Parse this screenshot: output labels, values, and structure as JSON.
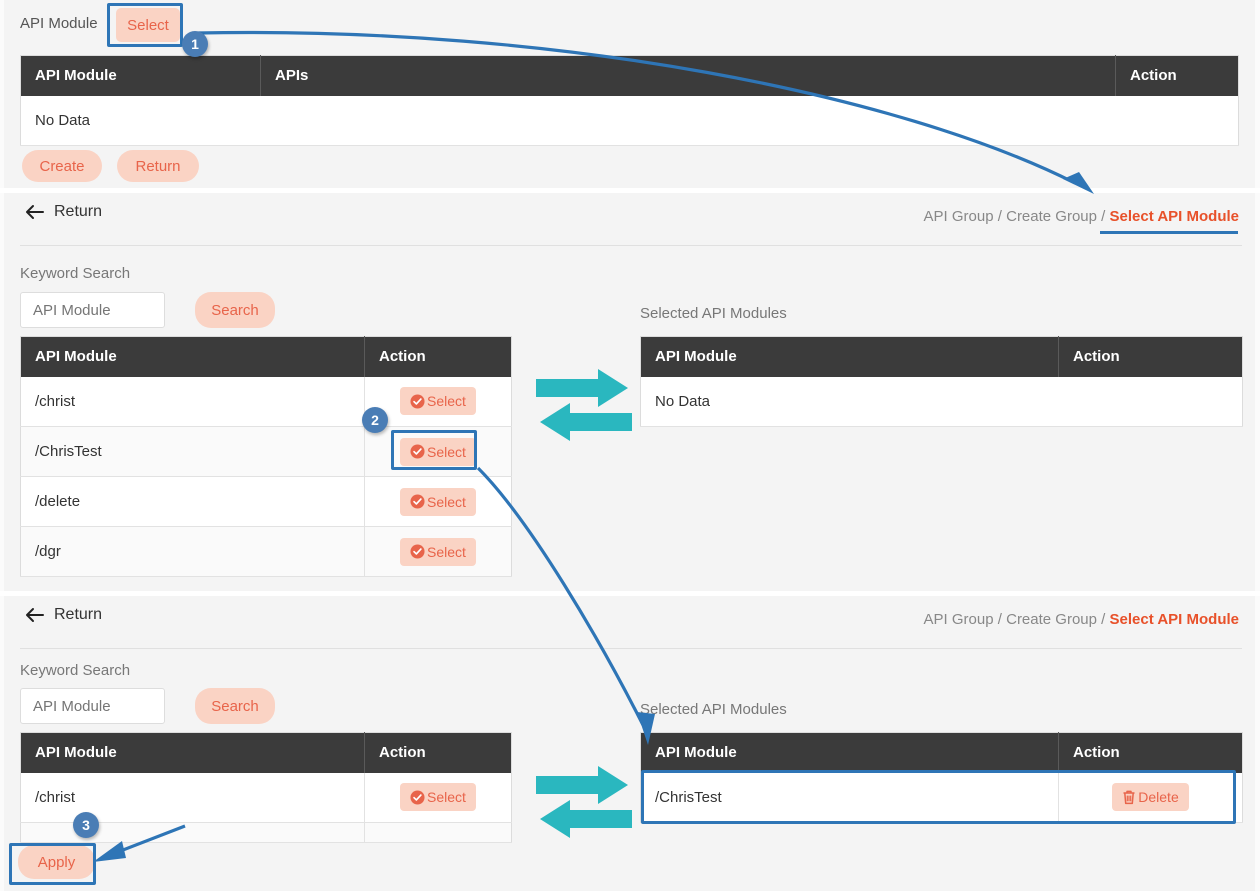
{
  "top_panel": {
    "field_label": "API Module",
    "select_button": "Select",
    "table": {
      "columns": [
        "API Module",
        "APIs",
        "Action"
      ],
      "empty_text": "No Data"
    },
    "actions": [
      "Create",
      "Return"
    ]
  },
  "middle_panel": {
    "return_label": "Return",
    "back_icon": "arrow-left-icon",
    "breadcrumb": {
      "items": [
        "API Group",
        "Create Group"
      ],
      "current": "Select API Module",
      "separator": "/"
    },
    "search": {
      "label": "Keyword Search",
      "placeholder": "API Module",
      "value": "",
      "button": "Search"
    },
    "available_table": {
      "columns": [
        "API Module",
        "Action"
      ],
      "rows": [
        {
          "module": "/christ",
          "action": "Select"
        },
        {
          "module": "/ChrisTest",
          "action": "Select"
        },
        {
          "module": "/delete",
          "action": "Select"
        },
        {
          "module": "/dgr",
          "action": "Select"
        }
      ]
    },
    "selected_label": "Selected API Modules",
    "selected_table": {
      "columns": [
        "API Module",
        "Action"
      ],
      "empty_text": "No Data",
      "rows": []
    },
    "transfer_icons": [
      "arrow-right-icon",
      "arrow-left-icon"
    ]
  },
  "bottom_panel": {
    "return_label": "Return",
    "back_icon": "arrow-left-icon",
    "breadcrumb": {
      "items": [
        "API Group",
        "Create Group"
      ],
      "current": "Select API Module",
      "separator": "/"
    },
    "search": {
      "label": "Keyword Search",
      "placeholder": "API Module",
      "value": "",
      "button": "Search"
    },
    "available_table": {
      "columns": [
        "API Module",
        "Action"
      ],
      "rows": [
        {
          "module": "/christ",
          "action": "Select"
        }
      ]
    },
    "selected_label": "Selected API Modules",
    "selected_table": {
      "columns": [
        "API Module",
        "Action"
      ],
      "rows": [
        {
          "module": "/ChrisTest",
          "action": "Delete"
        }
      ]
    },
    "apply_button": "Apply",
    "transfer_icons": [
      "arrow-right-icon",
      "arrow-left-icon"
    ]
  },
  "annotations": {
    "steps": [
      "1",
      "2",
      "3"
    ],
    "callout_color": "#2e75b6",
    "badge_color": "#4a7db5"
  },
  "colors": {
    "accent_orange": "#e8512a",
    "button_bg": "#fad3c4",
    "table_header_bg": "#3b3b3b",
    "page_bg": "#f4f4f4",
    "transfer_arrow": "#2ab7bf"
  }
}
